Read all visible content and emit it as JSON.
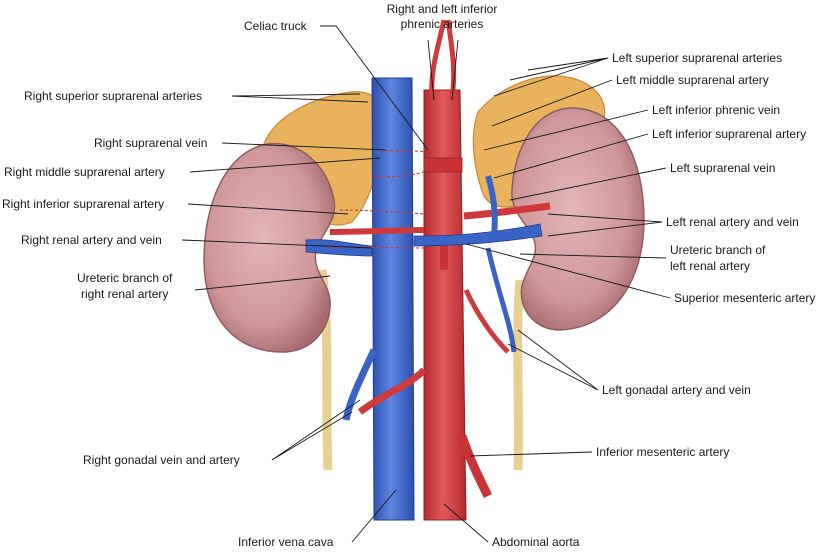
{
  "labels": {
    "celiac_truck": "Celiac truck",
    "phrenic_line1": "Right and left inferior",
    "phrenic_line2": "phrenic arteries",
    "left_sup_suprarenal": "Left superior suprarenal arteries",
    "left_mid_suprarenal": "Left middle suprarenal artery",
    "left_inf_phrenic_vein": "Left inferior phrenic vein",
    "left_inf_suprarenal": "Left inferior suprarenal artery",
    "left_suprarenal_vein": "Left suprarenal vein",
    "left_renal": "Left renal artery and vein",
    "ureteric_left_line1": "Ureteric branch of",
    "ureteric_left_line2": "left renal artery",
    "sup_mesenteric": "Superior mesenteric artery",
    "left_gonadal": "Left gonadal artery and vein",
    "inf_mesenteric": "Inferior mesenteric artery",
    "abdominal_aorta": "Abdominal aorta",
    "ivc": "Inferior vena cava",
    "right_gonadal": "Right gonadal vein and artery",
    "ureteric_right_line1": "Ureteric branch of",
    "ureteric_right_line2": "right renal artery",
    "right_renal": "Right renal artery and vein",
    "right_inf_suprarenal": "Right inferior suprarenal artery",
    "right_mid_suprarenal": "Right middle suprarenal artery",
    "right_suprarenal_vein": "Right suprarenal vein",
    "right_sup_suprarenal": "Right superior suprarenal arteries"
  },
  "colors": {
    "kidney": "#c98a8e",
    "kidney_inner": "#e2b5b6",
    "adrenal": "#e9b25c",
    "artery": "#d0393c",
    "vein": "#3a63c6",
    "ureter": "#eed7a0"
  }
}
